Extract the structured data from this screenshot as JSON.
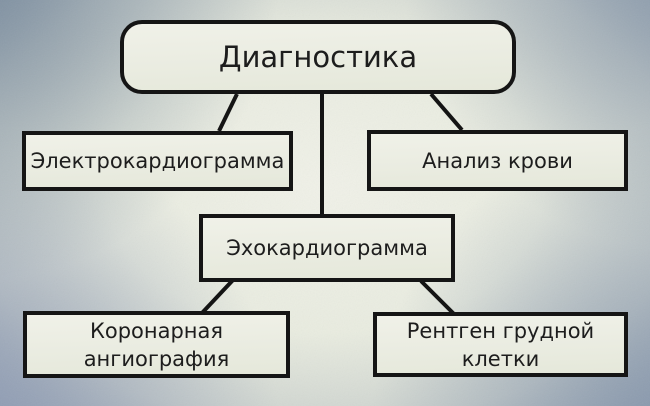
{
  "diagram": {
    "type": "flowchart",
    "nodes": {
      "root": {
        "label": "Диагностика"
      },
      "ecg": {
        "label": "Электрокардиограмма"
      },
      "blood": {
        "label": "Анализ крови"
      },
      "echo": {
        "label": "Эхокардиограмма"
      },
      "coronary": {
        "label": "Коронарная\nангиография"
      },
      "xray": {
        "label": "Рентген грудной\nклетки"
      }
    },
    "edges": [
      {
        "from": "root",
        "to": "ecg"
      },
      {
        "from": "root",
        "to": "echo"
      },
      {
        "from": "root",
        "to": "blood"
      },
      {
        "from": "echo",
        "to": "coronary"
      },
      {
        "from": "echo",
        "to": "xray"
      }
    ],
    "colors": {
      "node_fill": "#eaece1",
      "node_border": "#151515",
      "text": "#1d1d1d",
      "connector": "#141414",
      "background_center": "#eff0e7",
      "background_corner": "#8595a8"
    }
  }
}
